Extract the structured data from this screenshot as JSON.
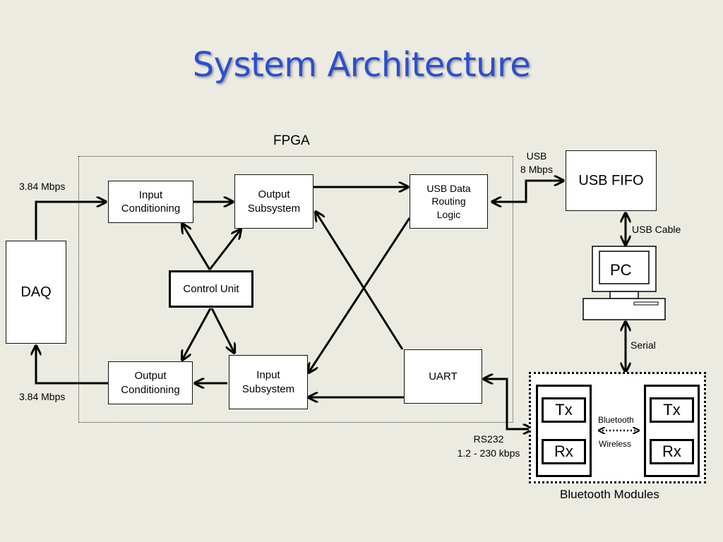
{
  "title": "System Architecture",
  "fpga": {
    "label": "FPGA"
  },
  "blocks": {
    "daq": "DAQ",
    "input_conditioning": "Input\nConditioning",
    "output_subsystem": "Output\nSubsystem",
    "usb_routing": "USB Data\nRouting\nLogic",
    "control_unit": "Control Unit",
    "output_conditioning": "Output\nConditioning",
    "input_subsystem": "Input\nSubsystem",
    "uart": "UART",
    "usb_fifo": "USB FIFO",
    "pc": "PC"
  },
  "labels": {
    "daq_in_rate": "3.84 Mbps",
    "daq_out_rate": "3.84 Mbps",
    "usb_link": "USB\n8 Mbps",
    "usb_cable": "USB Cable",
    "serial": "Serial",
    "rs232": "RS232\n1.2 - 230 kbps"
  },
  "bluetooth": {
    "caption": "Bluetooth Modules",
    "tx": "Tx",
    "rx": "Rx",
    "link": "Bluetooth",
    "link2": "Wireless"
  }
}
